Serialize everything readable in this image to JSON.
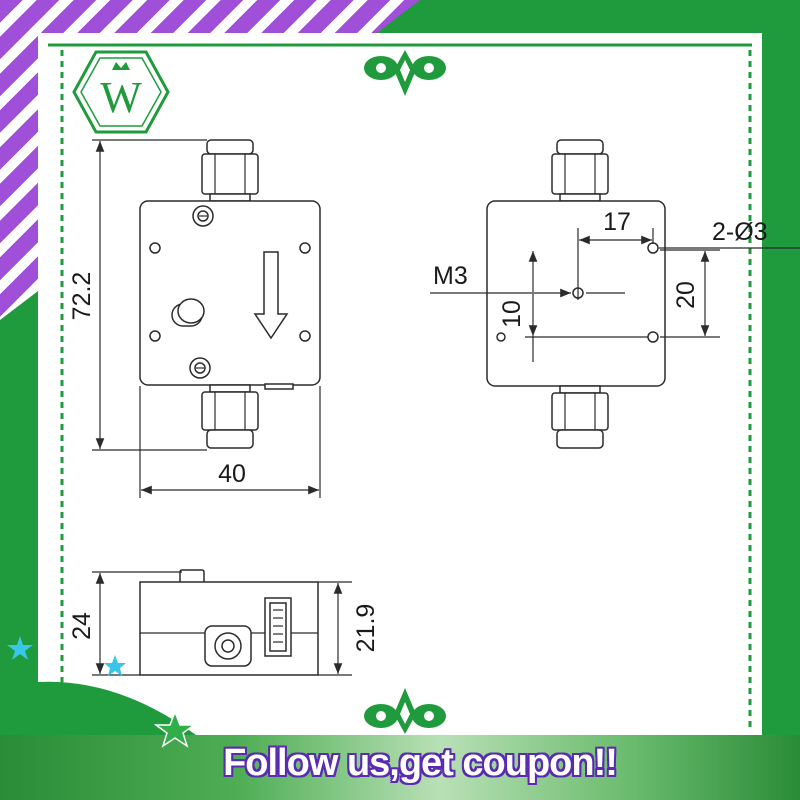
{
  "logo": {
    "letter": "W"
  },
  "front_view": {
    "height_dim": "72.2",
    "width_dim": "40"
  },
  "side_view": {
    "thread_label": "M3",
    "dim_10": "10",
    "dim_17": "17",
    "holes_label": "2-Ø3",
    "dim_20": "20"
  },
  "bottom_view": {
    "height_dim": "24",
    "body_height_dim": "21.9"
  },
  "banner": {
    "text": "Follow us,get coupon!!"
  },
  "colors": {
    "frame_green": "#1f9b3d",
    "stripe_purple": "#a04fd8",
    "ink": "#2b2b2b",
    "banner_outline": "#5a2bb0",
    "star_cyan": "#39c6e8"
  }
}
